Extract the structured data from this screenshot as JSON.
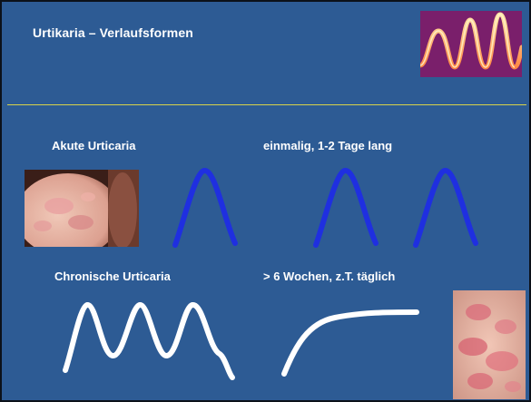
{
  "slide": {
    "title": "Urtikaria – Verlaufsformen",
    "acute": {
      "label": "Akute Urticaria",
      "description": "einmalig, 1-2 Tage lang"
    },
    "chronic": {
      "label": "Chronische Urticaria",
      "description": "> 6 Wochen, z.T. täglich"
    }
  },
  "colors": {
    "background": "#2d5b94",
    "title_rule": "#d9d24a",
    "acute_curve": "#1f2fe0",
    "chronic_curve": "#ffffff",
    "thumbnail_background": "#7a1f6b",
    "thumbnail_wave": "#ffcc66"
  },
  "icons": {
    "top_right": "wave-thumbnail",
    "left_photo": "skin-rash-photo",
    "right_photo": "skin-rash-photo"
  }
}
